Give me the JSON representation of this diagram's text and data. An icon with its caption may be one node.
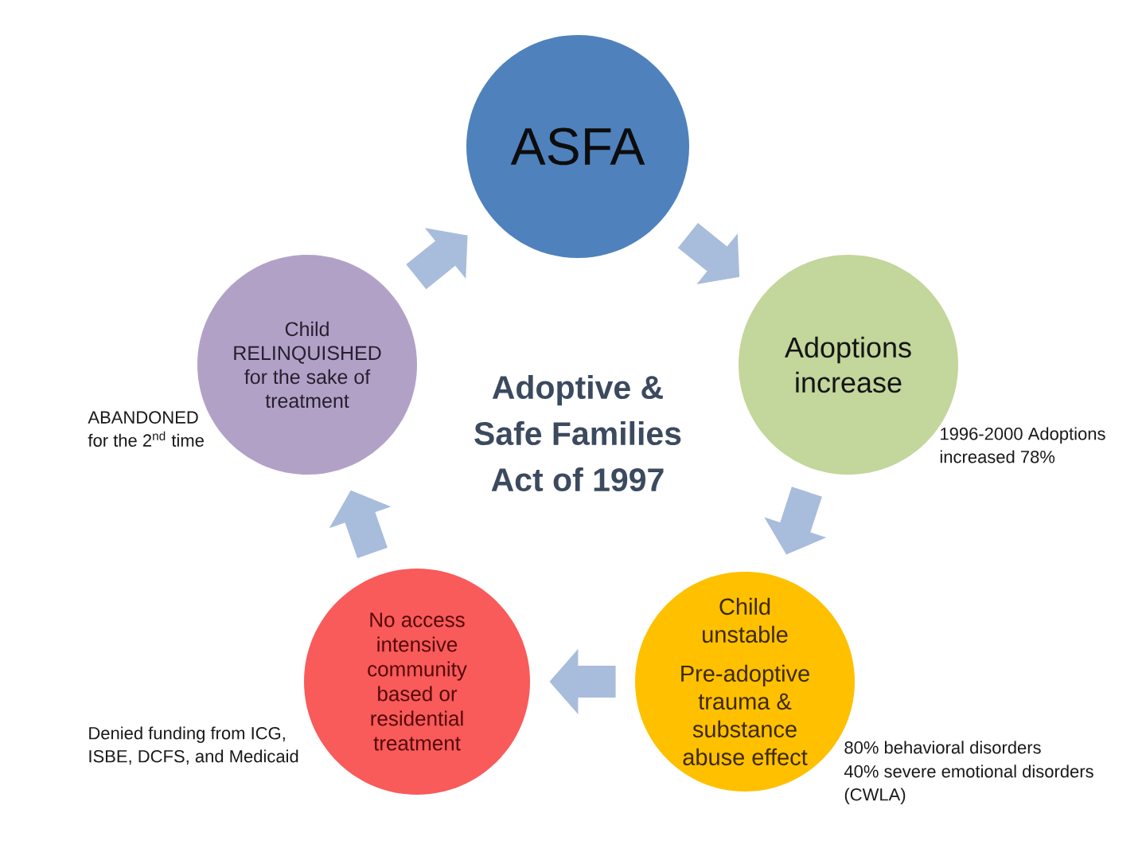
{
  "diagram": {
    "title": "Adoptive & Safe Families Act of 1997",
    "nodes": [
      {
        "text": [
          "ASFA"
        ]
      },
      {
        "text": [
          "Adoptions increase"
        ],
        "beside": [
          "1996-2000 Adoptions increased 78%"
        ]
      },
      {
        "text": [
          "Child unstable",
          "Pre-adoptive trauma & substance abuse effect"
        ],
        "beside": [
          "80% behavioral disorders",
          "40% severe emotional disorders (CWLA)"
        ]
      },
      {
        "text": [
          "No access intensive community based or residential treatment"
        ],
        "beside": [
          "Denied funding from ICG, ISBE, DCFS, and Medicaid"
        ]
      },
      {
        "text": [
          "Child RELINQUISHED for the sake of treatment"
        ],
        "beside": [
          "ABANDONED for the 2$^{nd}$ time"
        ]
      }
    ],
    "edges": [
      {
        "from": 0,
        "to": 1,
        "arrow": "to"
      },
      {
        "from": 1,
        "to": 2,
        "arrow": "to"
      },
      {
        "from": 2,
        "to": 3,
        "arrow": "to"
      },
      {
        "from": 3,
        "to": 4,
        "arrow": "to"
      },
      {
        "from": 4,
        "to": 0,
        "arrow": "to"
      }
    ]
  }
}
